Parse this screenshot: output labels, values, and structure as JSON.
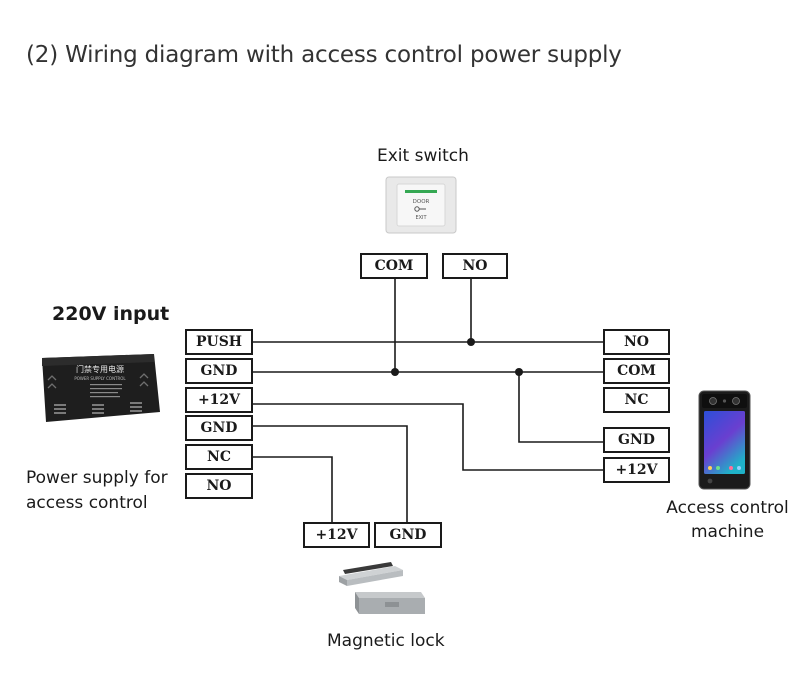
{
  "title": "(2) Wiring diagram with access control power supply",
  "captions": {
    "exit_switch": "Exit switch",
    "input_220v": "220V input",
    "power_supply": "Power supply for access control",
    "magnetic_lock": "Magnetic lock",
    "access_machine": "Access control machine"
  },
  "exit_switch_terminals": {
    "com": "COM",
    "no": "NO"
  },
  "power_supply_terminals": {
    "push": "PUSH",
    "gnd1": "GND",
    "v12": "+12V",
    "gnd2": "GND",
    "nc": "NC",
    "no": "NO"
  },
  "lock_terminals": {
    "v12": "+12V",
    "gnd": "GND"
  },
  "machine_terminals": {
    "no": "NO",
    "com": "COM",
    "nc": "NC",
    "gnd": "GND",
    "v12": "+12V"
  },
  "exit_button_text": {
    "line1": "DOOR",
    "line2": "EXIT"
  },
  "psu_label": {
    "cn": "门禁专用电源",
    "en": "POWER SUPPLY CONTROL"
  }
}
